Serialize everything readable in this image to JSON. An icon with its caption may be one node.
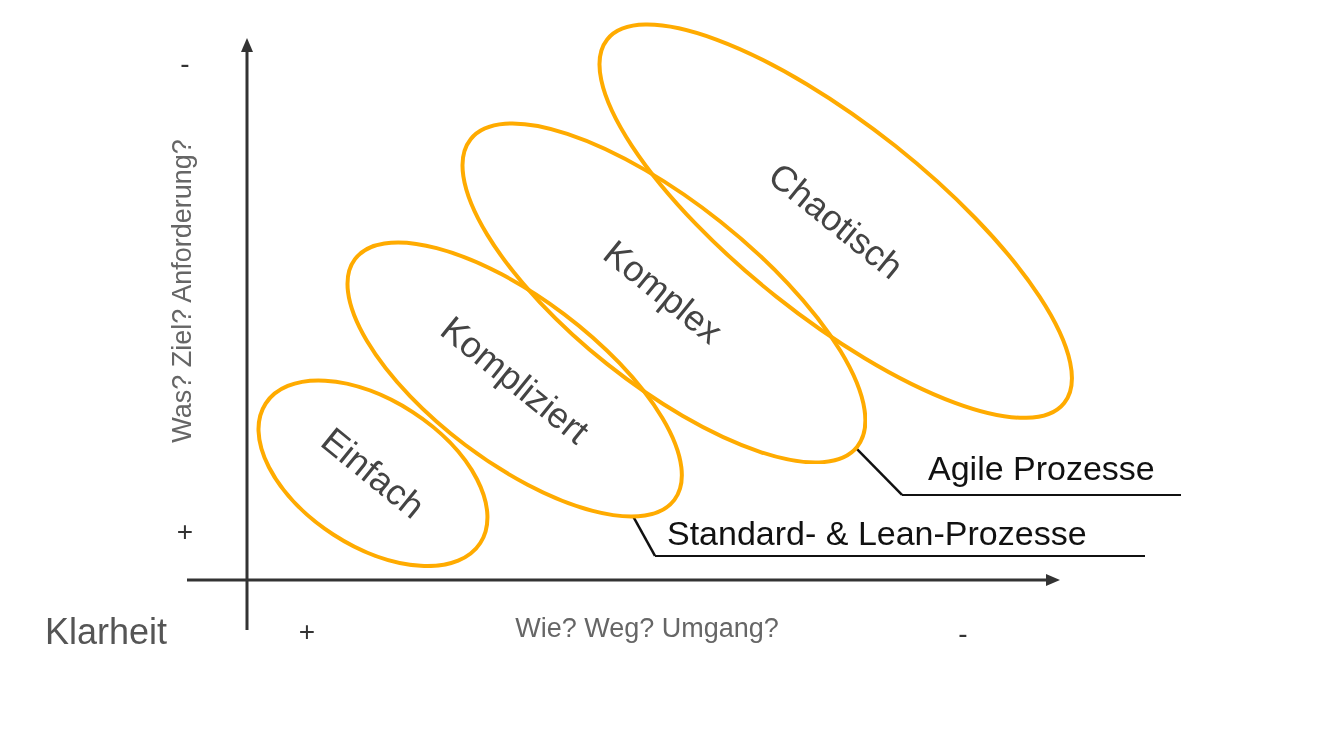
{
  "diagram": {
    "nodes": [
      {
        "text": [
          "Einfach"
        ]
      },
      {
        "text": [
          "Kompliziert"
        ]
      },
      {
        "text": [
          "Komplex"
        ]
      },
      {
        "text": [
          "Chaotisch"
        ]
      },
      {
        "text": [
          "Agile Prozesse"
        ]
      },
      {
        "text": [
          "Standard- & Lean-Prozesse"
        ]
      }
    ],
    "edges": [
      {
        "from": 4,
        "to": 2,
        "arrow": "none"
      },
      {
        "from": 5,
        "to": 1,
        "arrow": "none"
      }
    ],
    "labels": [
      "-",
      "Was? Ziel? Anforderung?",
      "+",
      "Klarheit",
      "+",
      "Wie? Weg? Umgang?",
      "-"
    ]
  }
}
